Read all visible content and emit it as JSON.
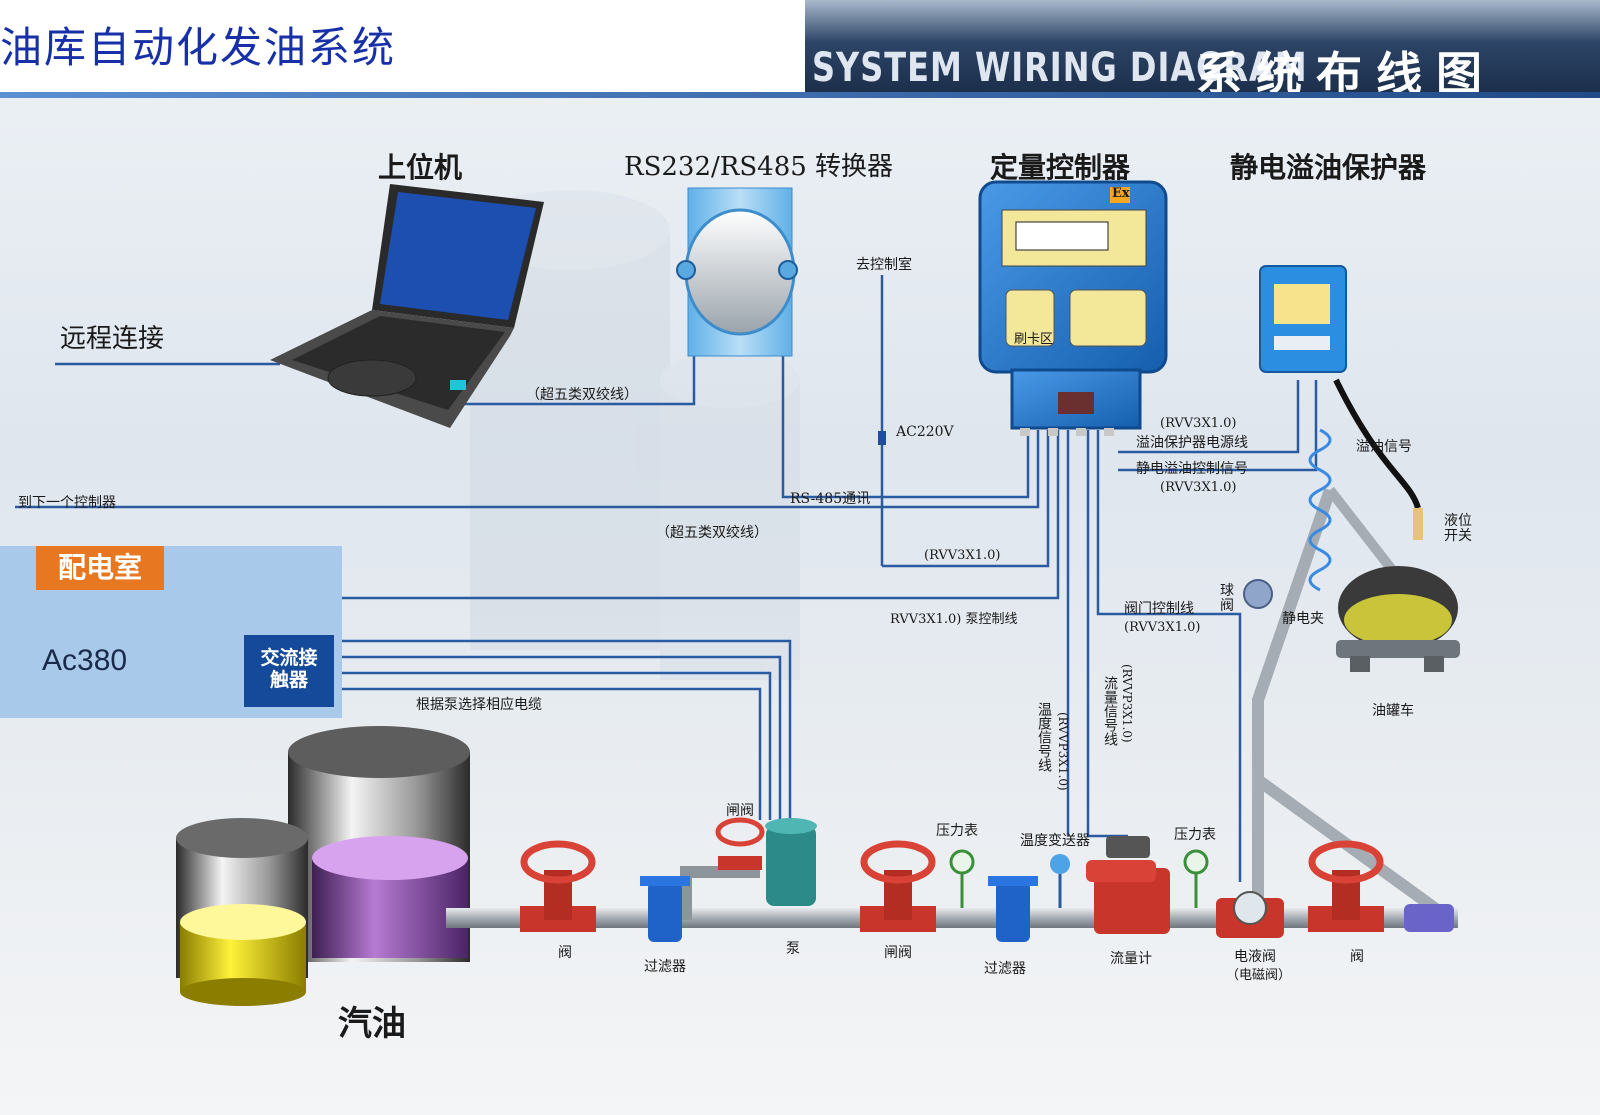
{
  "header": {
    "title": "油库自动化发油系统",
    "subtitle_en": "SYSTEM  WIRING  DIAGRAM",
    "subtitle_cn": "系统布线图"
  },
  "devices": {
    "host": "上位机",
    "converter": "RS232/RS485 转换器",
    "controller": "定量控制器",
    "protector": "静电溢油保护器",
    "card_area": "刷卡区",
    "ex_mark": "Ex"
  },
  "wiring": {
    "remote": "远程连接",
    "cat5_host": "（超五类双绞线）",
    "to_control_room": "去控制室",
    "ac220": "AC220V",
    "rs485": "RS-485通讯",
    "next_controller": "到下一个控制器",
    "cat5_bus": "（超五类双绞线）",
    "rvv_power": "(RVV3X1.0)",
    "pump_control": "RVV3X1.0) 泵控制线",
    "protector_power_spec": "(RVV3X1.0)",
    "protector_power": "溢油保护器电源线",
    "static_control": "静电溢油控制信号",
    "static_control_spec": "(RVV3X1.0)",
    "overflow_signal": "溢油信号",
    "level_switch": "液位\n开关",
    "valve_control": "阀门控制线",
    "valve_control_spec": "(RVV3X1.0)",
    "ball_valve": "球\n阀",
    "static_clamp": "静电夹",
    "tanker": "油罐车",
    "temp_signal": "温度信号线",
    "temp_signal_spec": "(RVVP3X1.0)",
    "flow_signal": "流量信号线",
    "flow_signal_spec": "(RVVP3X1.0)",
    "cable_select": "根据泵选择相应电缆"
  },
  "power_room": {
    "title": "配电室",
    "source": "Ac380",
    "contactor": "交流接\n触器"
  },
  "pipeline": {
    "gate_valve_top": "闸阀",
    "valve1": "阀",
    "filter1": "过滤器",
    "pump": "泵",
    "gate_valve": "闸阀",
    "pressure1": "压力表",
    "filter2": "过滤器",
    "temp_transmitter": "温度变送器",
    "flowmeter": "流量计",
    "pressure2": "压力表",
    "hydraulic_valve": "电液阀",
    "solenoid_valve": "（电磁阀）",
    "valve2": "阀",
    "tank_label": "汽油"
  },
  "colors": {
    "wire": "#2a5aa0",
    "device_blue": "#1f73c9",
    "valve_red": "#c8352a",
    "accent_orange": "#e87722",
    "title_blue": "#1730a8"
  }
}
